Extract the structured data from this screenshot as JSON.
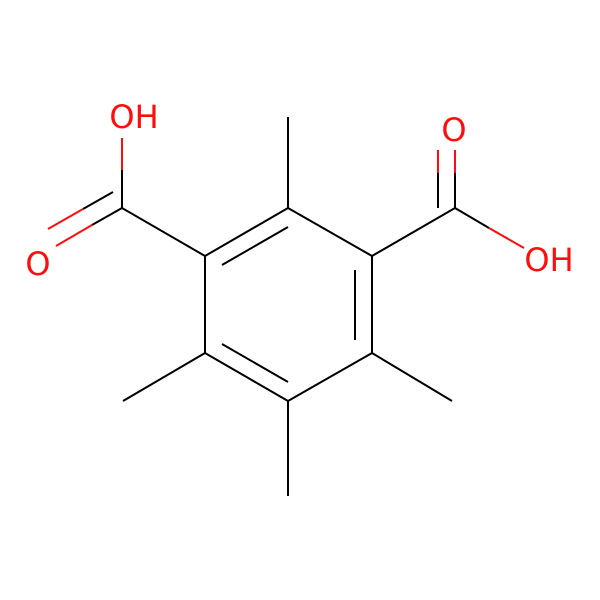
{
  "molecule": {
    "atoms": {
      "oh_left": "OH",
      "o_left": "O",
      "o_right": "O",
      "oh_right": "OH"
    },
    "colors": {
      "bond": "#000000",
      "oxygen": "#ff0d0d"
    }
  }
}
